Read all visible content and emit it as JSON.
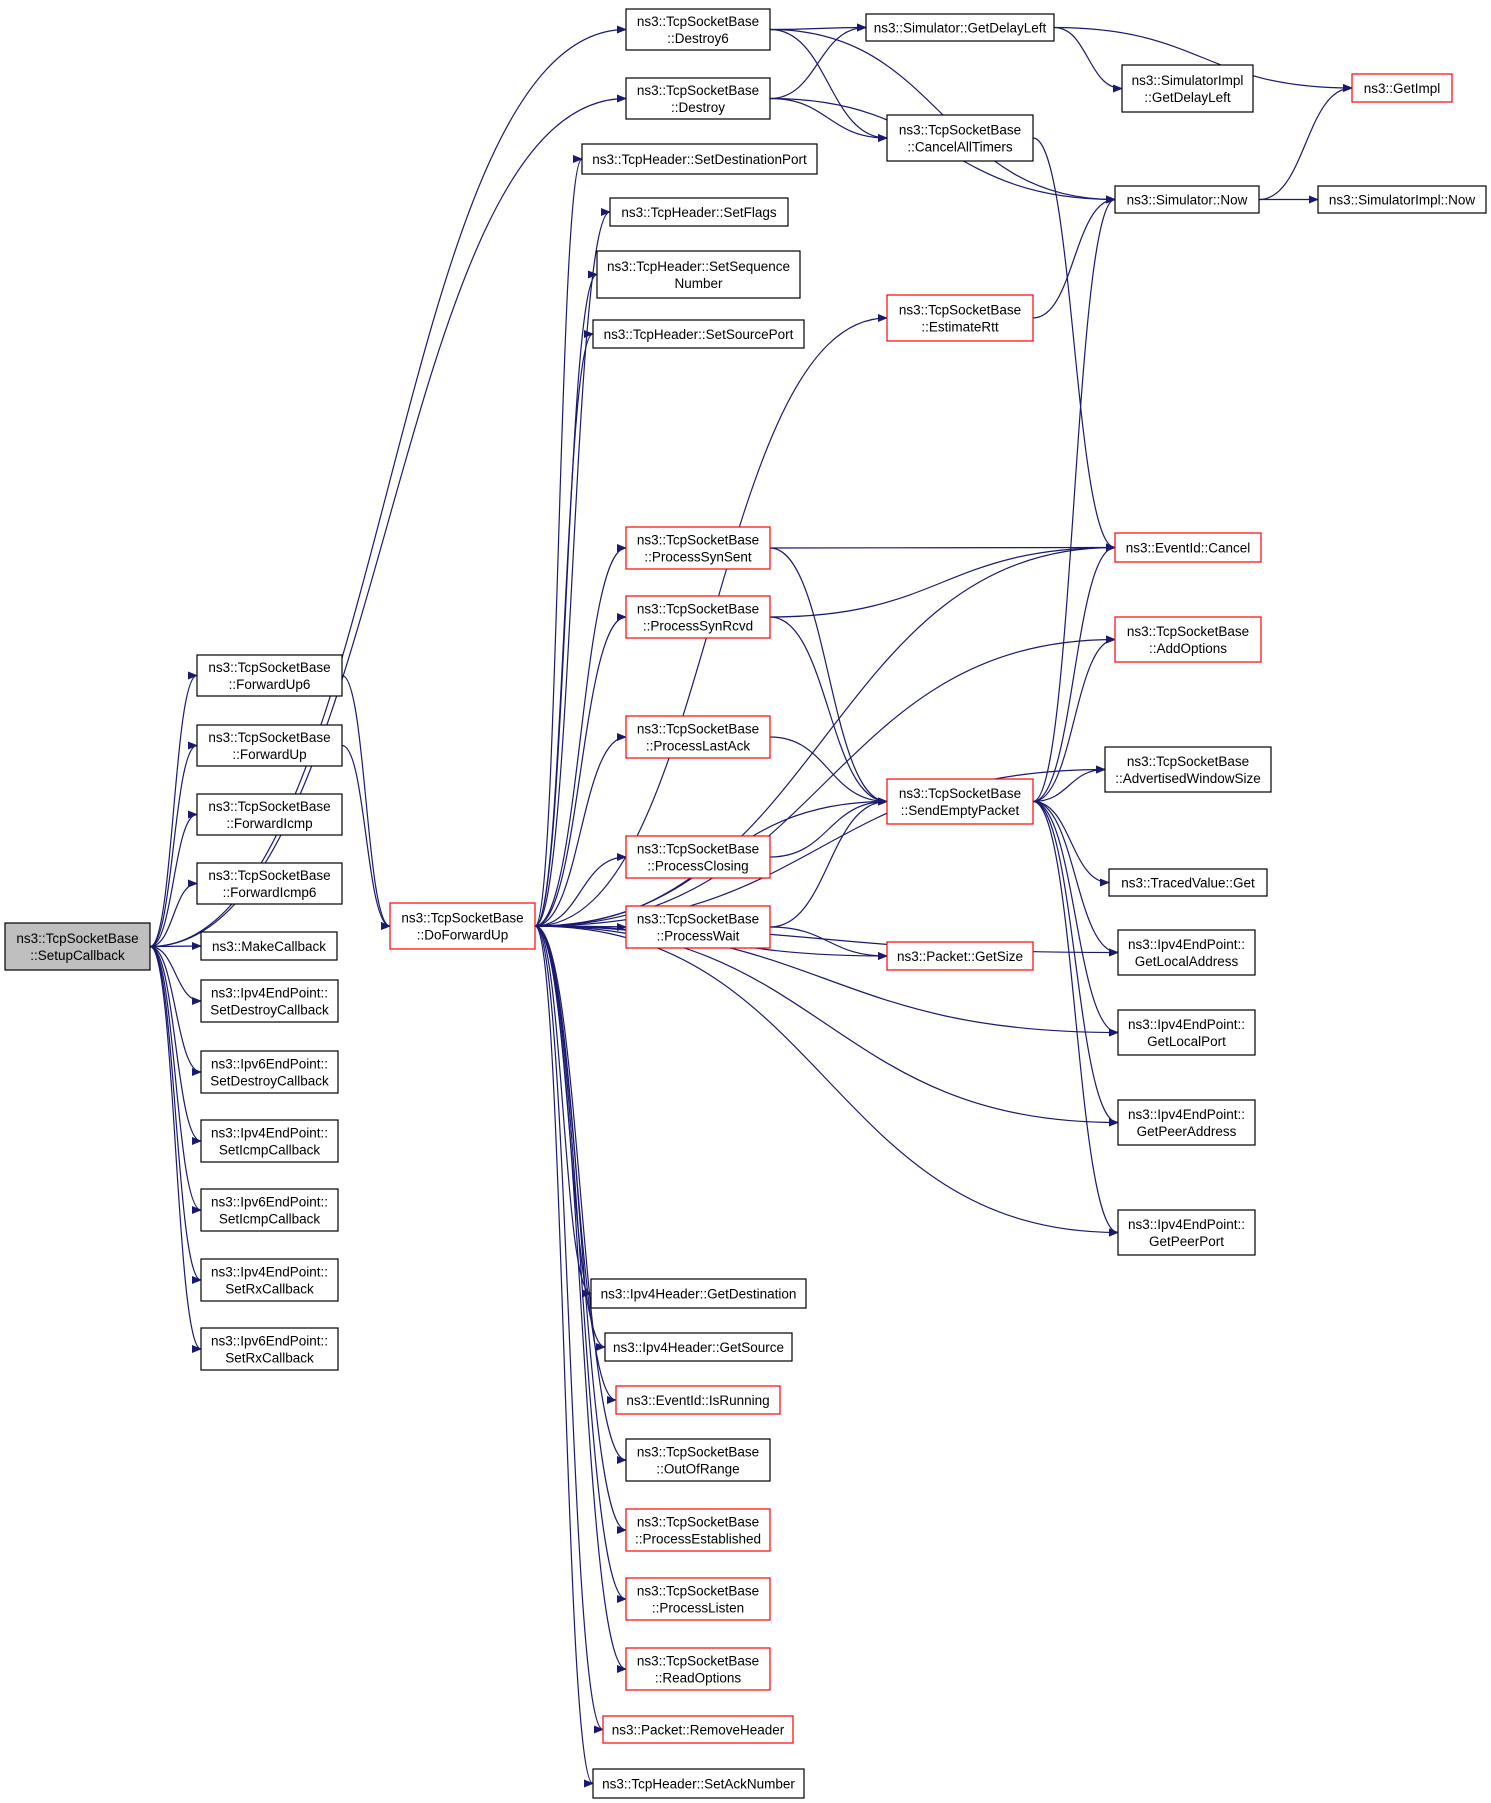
{
  "nodes": {
    "setupcallback": {
      "lines": [
        "ns3::TcpSocketBase",
        "::SetupCallback"
      ],
      "color": "gray"
    },
    "destroy6": {
      "lines": [
        "ns3::TcpSocketBase",
        "::Destroy6"
      ],
      "color": "black"
    },
    "destroy": {
      "lines": [
        "ns3::TcpSocketBase",
        "::Destroy"
      ],
      "color": "black"
    },
    "forwardup6": {
      "lines": [
        "ns3::TcpSocketBase",
        "::ForwardUp6"
      ],
      "color": "black"
    },
    "forwardup": {
      "lines": [
        "ns3::TcpSocketBase",
        "::ForwardUp"
      ],
      "color": "black"
    },
    "forwardicmp": {
      "lines": [
        "ns3::TcpSocketBase",
        "::ForwardIcmp"
      ],
      "color": "black"
    },
    "forwardicmp6": {
      "lines": [
        "ns3::TcpSocketBase",
        "::ForwardIcmp6"
      ],
      "color": "black"
    },
    "makecallback": {
      "lines": [
        "ns3::MakeCallback"
      ],
      "color": "black"
    },
    "ipv4setdestroy": {
      "lines": [
        "ns3::Ipv4EndPoint::",
        "SetDestroyCallback"
      ],
      "color": "black"
    },
    "ipv6setdestroy": {
      "lines": [
        "ns3::Ipv6EndPoint::",
        "SetDestroyCallback"
      ],
      "color": "black"
    },
    "ipv4seticmp": {
      "lines": [
        "ns3::Ipv4EndPoint::",
        "SetIcmpCallback"
      ],
      "color": "black"
    },
    "ipv6seticmp": {
      "lines": [
        "ns3::Ipv6EndPoint::",
        "SetIcmpCallback"
      ],
      "color": "black"
    },
    "ipv4setrx": {
      "lines": [
        "ns3::Ipv4EndPoint::",
        "SetRxCallback"
      ],
      "color": "black"
    },
    "ipv6setrx": {
      "lines": [
        "ns3::Ipv6EndPoint::",
        "SetRxCallback"
      ],
      "color": "black"
    },
    "doforwardup": {
      "lines": [
        "ns3::TcpSocketBase",
        "::DoForwardUp"
      ],
      "color": "red"
    },
    "setdestport": {
      "lines": [
        "ns3::TcpHeader::SetDestinationPort"
      ],
      "color": "black"
    },
    "setflags": {
      "lines": [
        "ns3::TcpHeader::SetFlags"
      ],
      "color": "black"
    },
    "setseqnum": {
      "lines": [
        "ns3::TcpHeader::SetSequence",
        "Number"
      ],
      "color": "black"
    },
    "setsourceport": {
      "lines": [
        "ns3::TcpHeader::SetSourcePort"
      ],
      "color": "black"
    },
    "processsynsent": {
      "lines": [
        "ns3::TcpSocketBase",
        "::ProcessSynSent"
      ],
      "color": "red"
    },
    "processsynrcvd": {
      "lines": [
        "ns3::TcpSocketBase",
        "::ProcessSynRcvd"
      ],
      "color": "red"
    },
    "processlastack": {
      "lines": [
        "ns3::TcpSocketBase",
        "::ProcessLastAck"
      ],
      "color": "red"
    },
    "processclosing": {
      "lines": [
        "ns3::TcpSocketBase",
        "::ProcessClosing"
      ],
      "color": "red"
    },
    "processwait": {
      "lines": [
        "ns3::TcpSocketBase",
        "::ProcessWait"
      ],
      "color": "red"
    },
    "getdestination": {
      "lines": [
        "ns3::Ipv4Header::GetDestination"
      ],
      "color": "black"
    },
    "getsource": {
      "lines": [
        "ns3::Ipv4Header::GetSource"
      ],
      "color": "black"
    },
    "isrunning": {
      "lines": [
        "ns3::EventId::IsRunning"
      ],
      "color": "red"
    },
    "outofrange": {
      "lines": [
        "ns3::TcpSocketBase",
        "::OutOfRange"
      ],
      "color": "black"
    },
    "processestablished": {
      "lines": [
        "ns3::TcpSocketBase",
        "::ProcessEstablished"
      ],
      "color": "red"
    },
    "processlisten": {
      "lines": [
        "ns3::TcpSocketBase",
        "::ProcessListen"
      ],
      "color": "red"
    },
    "readoptions": {
      "lines": [
        "ns3::TcpSocketBase",
        "::ReadOptions"
      ],
      "color": "red"
    },
    "removeheader": {
      "lines": [
        "ns3::Packet::RemoveHeader"
      ],
      "color": "red"
    },
    "setacknumber": {
      "lines": [
        "ns3::TcpHeader::SetAckNumber"
      ],
      "color": "black"
    },
    "getdelayleft": {
      "lines": [
        "ns3::Simulator::GetDelayLeft"
      ],
      "color": "black"
    },
    "cancelalltimers": {
      "lines": [
        "ns3::TcpSocketBase",
        "::CancelAllTimers"
      ],
      "color": "black"
    },
    "estimatertt": {
      "lines": [
        "ns3::TcpSocketBase",
        "::EstimateRtt"
      ],
      "color": "red"
    },
    "sendemptypacket": {
      "lines": [
        "ns3::TcpSocketBase",
        "::SendEmptyPacket"
      ],
      "color": "red"
    },
    "getsize": {
      "lines": [
        "ns3::Packet::GetSize"
      ],
      "color": "red"
    },
    "implgetdelayleft": {
      "lines": [
        "ns3::SimulatorImpl",
        "::GetDelayLeft"
      ],
      "color": "black"
    },
    "simnow": {
      "lines": [
        "ns3::Simulator::Now"
      ],
      "color": "black"
    },
    "cancel": {
      "lines": [
        "ns3::EventId::Cancel"
      ],
      "color": "red"
    },
    "addoptions": {
      "lines": [
        "ns3::TcpSocketBase",
        "::AddOptions"
      ],
      "color": "red"
    },
    "advwindowsize": {
      "lines": [
        "ns3::TcpSocketBase",
        "::AdvertisedWindowSize"
      ],
      "color": "black"
    },
    "tracedget": {
      "lines": [
        "ns3::TracedValue::Get"
      ],
      "color": "black"
    },
    "getlocaladdress": {
      "lines": [
        "ns3::Ipv4EndPoint::",
        "GetLocalAddress"
      ],
      "color": "black"
    },
    "getlocalport": {
      "lines": [
        "ns3::Ipv4EndPoint::",
        "GetLocalPort"
      ],
      "color": "black"
    },
    "getpeeraddress": {
      "lines": [
        "ns3::Ipv4EndPoint::",
        "GetPeerAddress"
      ],
      "color": "black"
    },
    "getpeerport": {
      "lines": [
        "ns3::Ipv4EndPoint::",
        "GetPeerPort"
      ],
      "color": "black"
    },
    "getimpl": {
      "lines": [
        "ns3::GetImpl"
      ],
      "color": "red"
    },
    "implnow": {
      "lines": [
        "ns3::SimulatorImpl::Now"
      ],
      "color": "black"
    }
  },
  "edges": [
    [
      "setupcallback",
      "destroy6"
    ],
    [
      "setupcallback",
      "destroy"
    ],
    [
      "setupcallback",
      "forwardup6"
    ],
    [
      "setupcallback",
      "forwardup"
    ],
    [
      "setupcallback",
      "forwardicmp"
    ],
    [
      "setupcallback",
      "forwardicmp6"
    ],
    [
      "setupcallback",
      "makecallback"
    ],
    [
      "setupcallback",
      "ipv4setdestroy"
    ],
    [
      "setupcallback",
      "ipv6setdestroy"
    ],
    [
      "setupcallback",
      "ipv4seticmp"
    ],
    [
      "setupcallback",
      "ipv6seticmp"
    ],
    [
      "setupcallback",
      "ipv4setrx"
    ],
    [
      "setupcallback",
      "ipv6setrx"
    ],
    [
      "destroy6",
      "getdelayleft"
    ],
    [
      "destroy6",
      "cancelalltimers"
    ],
    [
      "destroy6",
      "simnow"
    ],
    [
      "destroy",
      "getdelayleft"
    ],
    [
      "destroy",
      "cancelalltimers"
    ],
    [
      "destroy",
      "simnow"
    ],
    [
      "forwardup6",
      "doforwardup"
    ],
    [
      "forwardup",
      "doforwardup"
    ],
    [
      "doforwardup",
      "setdestport"
    ],
    [
      "doforwardup",
      "setflags"
    ],
    [
      "doforwardup",
      "setseqnum"
    ],
    [
      "doforwardup",
      "setsourceport"
    ],
    [
      "doforwardup",
      "estimatertt"
    ],
    [
      "doforwardup",
      "cancel"
    ],
    [
      "doforwardup",
      "addoptions"
    ],
    [
      "doforwardup",
      "processsynsent"
    ],
    [
      "doforwardup",
      "processsynrcvd"
    ],
    [
      "doforwardup",
      "advwindowsize"
    ],
    [
      "doforwardup",
      "processlastack"
    ],
    [
      "doforwardup",
      "sendemptypacket"
    ],
    [
      "doforwardup",
      "processclosing"
    ],
    [
      "doforwardup",
      "processwait"
    ],
    [
      "doforwardup",
      "getsize"
    ],
    [
      "doforwardup",
      "getlocaladdress"
    ],
    [
      "doforwardup",
      "getlocalport"
    ],
    [
      "doforwardup",
      "getpeeraddress"
    ],
    [
      "doforwardup",
      "getpeerport"
    ],
    [
      "doforwardup",
      "getdestination"
    ],
    [
      "doforwardup",
      "getsource"
    ],
    [
      "doforwardup",
      "isrunning"
    ],
    [
      "doforwardup",
      "outofrange"
    ],
    [
      "doforwardup",
      "processestablished"
    ],
    [
      "doforwardup",
      "processlisten"
    ],
    [
      "doforwardup",
      "readoptions"
    ],
    [
      "doforwardup",
      "removeheader"
    ],
    [
      "doforwardup",
      "setacknumber"
    ],
    [
      "getdelayleft",
      "implgetdelayleft"
    ],
    [
      "getdelayleft",
      "getimpl"
    ],
    [
      "cancelalltimers",
      "cancel"
    ],
    [
      "simnow",
      "getimpl"
    ],
    [
      "simnow",
      "implnow"
    ],
    [
      "estimatertt",
      "simnow"
    ],
    [
      "processsynsent",
      "cancel"
    ],
    [
      "processsynsent",
      "sendemptypacket"
    ],
    [
      "processsynrcvd",
      "cancel"
    ],
    [
      "processsynrcvd",
      "sendemptypacket"
    ],
    [
      "processlastack",
      "sendemptypacket"
    ],
    [
      "processclosing",
      "sendemptypacket"
    ],
    [
      "processwait",
      "sendemptypacket"
    ],
    [
      "processwait",
      "getsize"
    ],
    [
      "sendemptypacket",
      "simnow"
    ],
    [
      "sendemptypacket",
      "cancel"
    ],
    [
      "sendemptypacket",
      "addoptions"
    ],
    [
      "sendemptypacket",
      "advwindowsize"
    ],
    [
      "sendemptypacket",
      "tracedget"
    ],
    [
      "sendemptypacket",
      "getlocaladdress"
    ],
    [
      "sendemptypacket",
      "getlocalport"
    ],
    [
      "sendemptypacket",
      "getpeeraddress"
    ],
    [
      "sendemptypacket",
      "getpeerport"
    ]
  ]
}
